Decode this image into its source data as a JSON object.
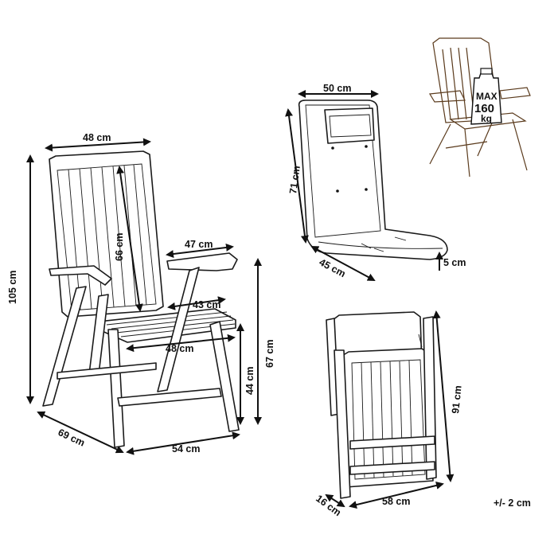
{
  "diagram": {
    "chair_open": {
      "back_width": "48 cm",
      "back_height": "66 cm",
      "armrest_length": "47 cm",
      "seat_depth": "43 cm",
      "seat_width": "48 cm",
      "total_height": "105 cm",
      "armrest_height": "67 cm",
      "seat_height": "44 cm",
      "depth": "69 cm",
      "width": "54 cm"
    },
    "cushion": {
      "width": "50 cm",
      "length": "71 cm",
      "depth": "45 cm",
      "thickness": "5 cm"
    },
    "load_badge": {
      "line1": "MAX",
      "line2": "160",
      "line3": "kg"
    },
    "chair_folded": {
      "height": "91 cm",
      "depth": "16 cm",
      "width": "58 cm"
    },
    "tolerance": "+/- 2 cm"
  }
}
